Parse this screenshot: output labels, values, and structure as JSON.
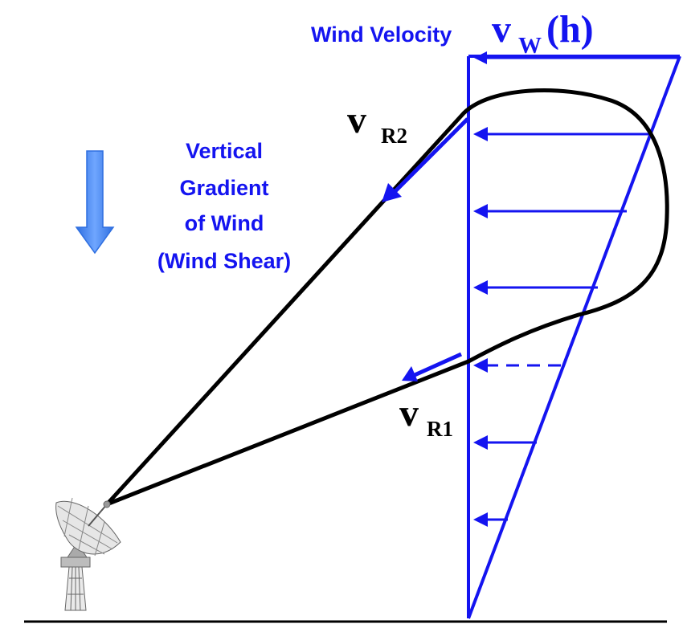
{
  "title": {
    "text": "Wind Velocity",
    "var_main": "v",
    "var_sub": "W",
    "var_arg": "(h)"
  },
  "gradient_label": [
    "Vertical",
    "Gradient",
    "of Wind",
    "(Wind Shear)"
  ],
  "vr2": {
    "main": "v",
    "sub": "R2"
  },
  "vr1": {
    "main": "v",
    "sub": "R1"
  },
  "colors": {
    "profile": "#1414f0",
    "trajectory": "#000000",
    "gradient_arrow": "#4f8ff0",
    "text_dark": "#000000"
  },
  "icons": [
    "radar-dish-icon",
    "down-arrow-icon"
  ]
}
